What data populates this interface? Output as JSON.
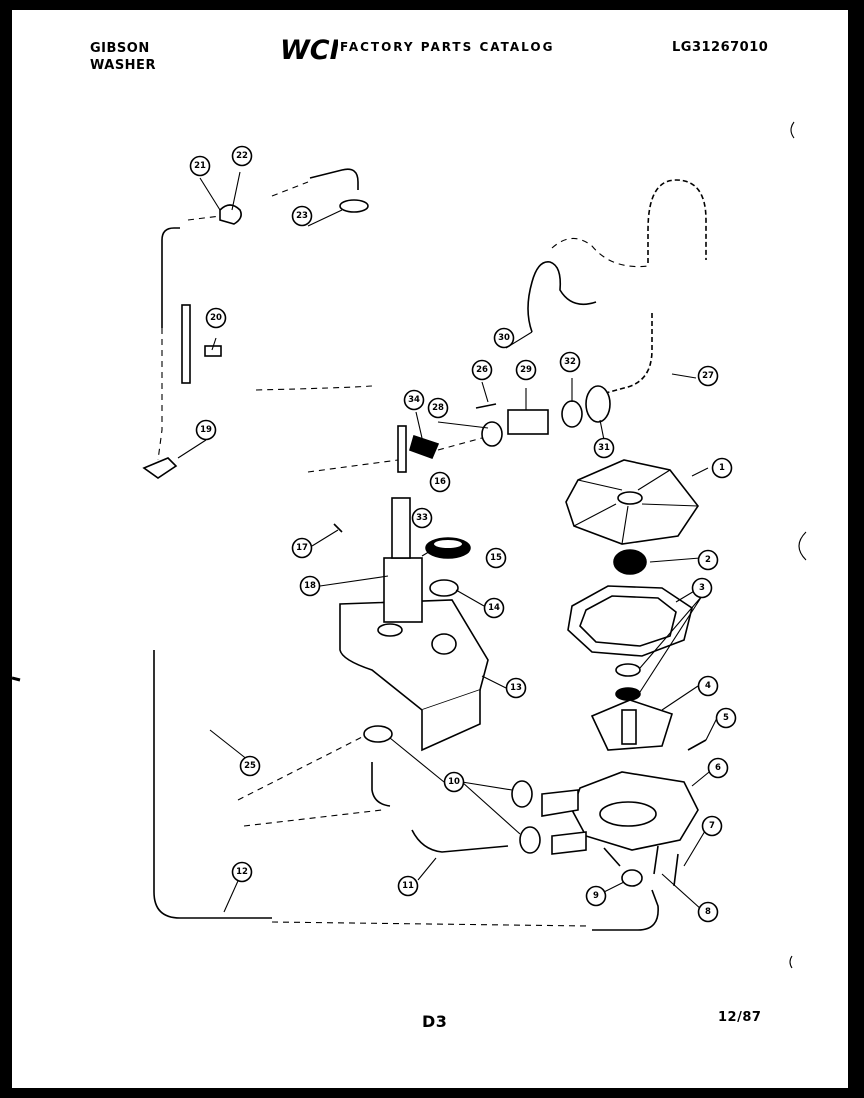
{
  "header": {
    "brand_line1": "GIBSON",
    "brand_line2": "WASHER",
    "logo_text": "WCI",
    "catalog_title": "FACTORY PARTS CATALOG",
    "model_number": "LG31267010"
  },
  "footer": {
    "page_code": "D3",
    "date_code": "12/87"
  },
  "callouts": [
    "1",
    "2",
    "3",
    "4",
    "5",
    "6",
    "7",
    "8",
    "9",
    "10",
    "11",
    "12",
    "13",
    "14",
    "15",
    "16",
    "17",
    "18",
    "19",
    "20",
    "21",
    "22",
    "23",
    "25",
    "26",
    "27",
    "28",
    "29",
    "30",
    "31",
    "32",
    "33",
    "34"
  ],
  "colors": {
    "ink": "#000000",
    "paper": "#ffffff",
    "border": "#000000"
  }
}
